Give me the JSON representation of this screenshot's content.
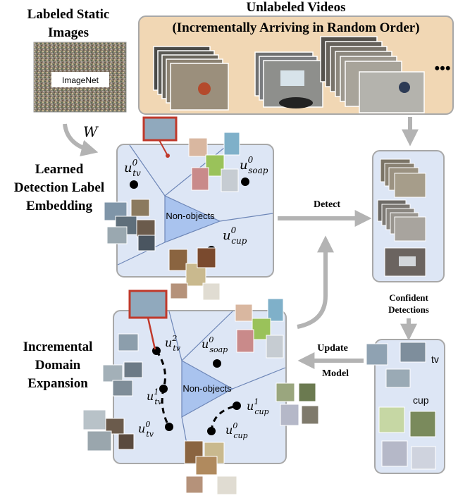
{
  "titles": {
    "labeled_static_line1": "Labeled Static",
    "labeled_static_line2": "Images",
    "unlabeled_videos_line1": "Unlabeled Videos",
    "unlabeled_videos_line2": "(Incrementally Arriving in Random Order)",
    "ellipsis": "•••",
    "imagenet": "ImageNet",
    "w_symbol": "W",
    "embedding_line1": "Learned",
    "embedding_line2": "Detection Label",
    "embedding_line3": "Embedding",
    "expansion_line1": "Incremental",
    "expansion_line2": "Domain",
    "expansion_line3": "Expansion"
  },
  "arrows": {
    "detect": "Detect",
    "confident_line1": "Confident",
    "confident_line2": "Detections",
    "update_line1": "Update",
    "update_line2": "Model"
  },
  "top_panel": {
    "non_objects": "Non-objects",
    "u_tv": {
      "base": "u",
      "sup": "0",
      "sub": "tv"
    },
    "u_soap": {
      "base": "u",
      "sup": "0",
      "sub": "soap"
    },
    "u_cup": {
      "base": "u",
      "sup": "0",
      "sub": "cup"
    }
  },
  "bottom_panel": {
    "non_objects": "Non-objects",
    "u_tv2": {
      "base": "u",
      "sup": "2",
      "sub": "tv"
    },
    "u_tv1": {
      "base": "u",
      "sup": "1",
      "sub": "tv"
    },
    "u_tv0": {
      "base": "u",
      "sup": "0",
      "sub": "tv"
    },
    "u_soap": {
      "base": "u",
      "sup": "0",
      "sub": "soap"
    },
    "u_cup1": {
      "base": "u",
      "sup": "1",
      "sub": "cup"
    },
    "u_cup0": {
      "base": "u",
      "sup": "0",
      "sub": "cup"
    }
  },
  "detections_panel": {
    "tv": "tv",
    "cup": "cup"
  },
  "colors": {
    "panel_fill": "#dde6f5",
    "panel_stroke": "#a8a8a8",
    "nonobj_fill": "#a9c3ee",
    "video_bg": "#f1d7b4",
    "arrow": "#b3b3b3",
    "highlight": "#c0392b"
  }
}
